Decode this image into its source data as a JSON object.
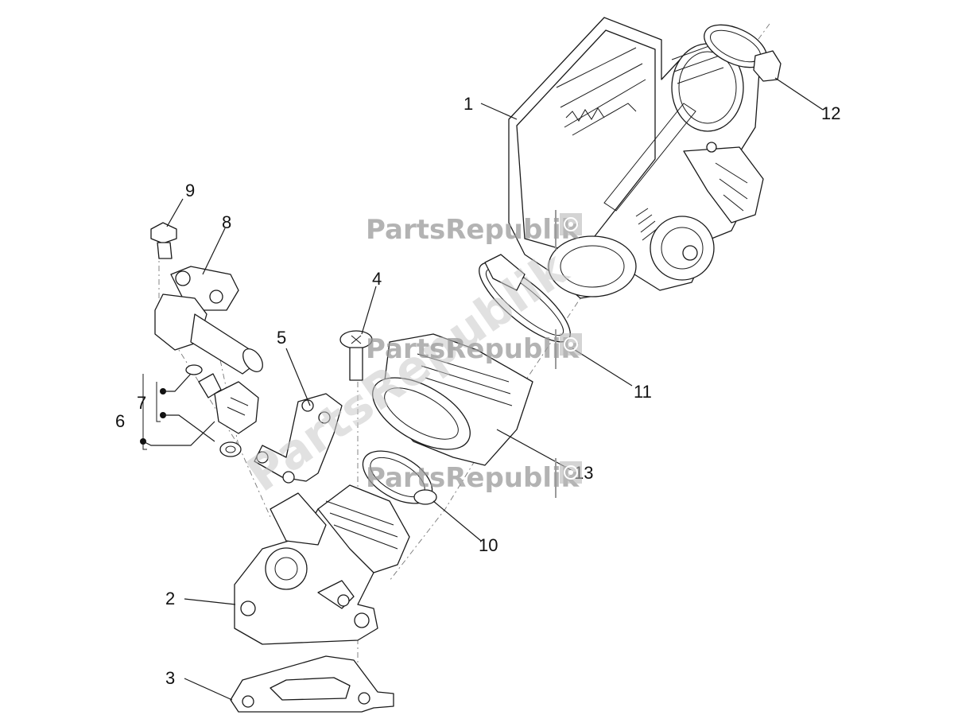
{
  "labels": {
    "p1": "1",
    "p2": "2",
    "p3": "3",
    "p4": "4",
    "p5": "5",
    "p6": "6",
    "p7": "7",
    "p8": "8",
    "p9": "9",
    "p10": "10",
    "p11": "11",
    "p12": "12",
    "p13": "13"
  },
  "watermark": {
    "brand": "PartsRepublik",
    "icon": "gear-icon"
  }
}
